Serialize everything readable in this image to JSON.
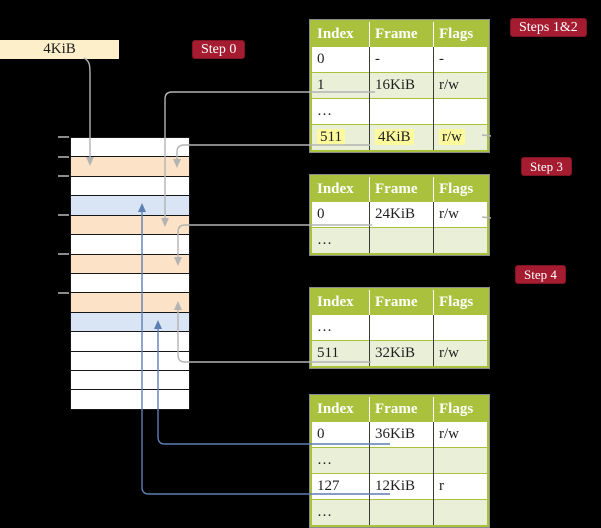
{
  "label_4kib": "4KiB",
  "badges": {
    "step0": "Step 0",
    "steps12": "Steps 1&2",
    "step3": "Step 3",
    "step4": "Step 4"
  },
  "memory": {
    "rows": [
      "white",
      "peach",
      "white",
      "blue",
      "peach",
      "white",
      "peach",
      "white",
      "peach",
      "blue",
      "white",
      "white",
      "white",
      "white"
    ]
  },
  "tables": [
    {
      "headers": [
        "Index",
        "Frame",
        "Flags"
      ],
      "rows": [
        {
          "cells": [
            "0",
            "-",
            "-"
          ],
          "shaded": false,
          "highlight": false
        },
        {
          "cells": [
            "1",
            "16KiB",
            "r/w"
          ],
          "shaded": true,
          "highlight": false
        },
        {
          "cells": [
            "…",
            "",
            ""
          ],
          "shaded": false,
          "highlight": false
        },
        {
          "cells": [
            "511",
            "4KiB",
            "r/w"
          ],
          "shaded": true,
          "highlight": true
        }
      ]
    },
    {
      "headers": [
        "Index",
        "Frame",
        "Flags"
      ],
      "rows": [
        {
          "cells": [
            "0",
            "24KiB",
            "r/w"
          ],
          "shaded": false,
          "highlight": false
        },
        {
          "cells": [
            "…",
            "",
            ""
          ],
          "shaded": true,
          "highlight": false
        }
      ]
    },
    {
      "headers": [
        "Index",
        "Frame",
        "Flags"
      ],
      "rows": [
        {
          "cells": [
            "…",
            "",
            ""
          ],
          "shaded": false,
          "highlight": false
        },
        {
          "cells": [
            "511",
            "32KiB",
            "r/w"
          ],
          "shaded": true,
          "highlight": false
        }
      ]
    },
    {
      "headers": [
        "Index",
        "Frame",
        "Flags"
      ],
      "rows": [
        {
          "cells": [
            "0",
            "36KiB",
            "r/w"
          ],
          "shaded": false,
          "highlight": false
        },
        {
          "cells": [
            "…",
            "",
            ""
          ],
          "shaded": true,
          "highlight": false
        },
        {
          "cells": [
            "127",
            "12KiB",
            "r"
          ],
          "shaded": false,
          "highlight": false
        },
        {
          "cells": [
            "…",
            "",
            ""
          ],
          "shaded": true,
          "highlight": false
        }
      ]
    }
  ],
  "colors": {
    "cream": "#fdefca",
    "badgered": "#a51c30",
    "green": "#a9c13c",
    "lightgreen": "#eaf0d8",
    "yellow": "#fdfa9e",
    "peach": "#fce3c8",
    "bluerow": "#d9e5f4",
    "grayline": "#b3b3b3",
    "blueline": "#5d7fb3"
  }
}
